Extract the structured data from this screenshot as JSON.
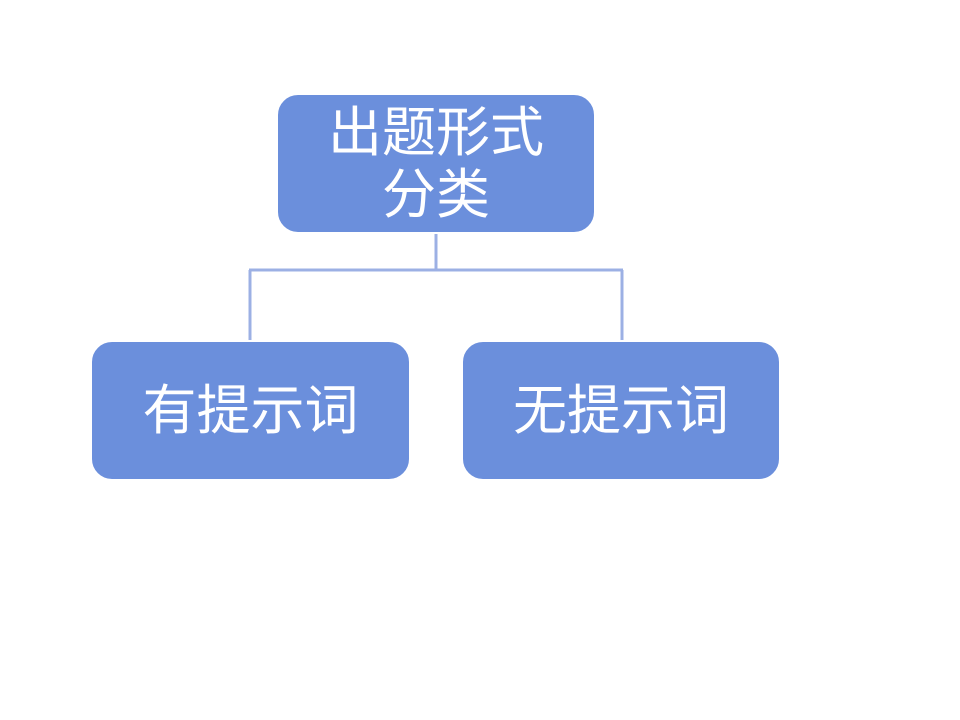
{
  "colors": {
    "node_fill": "#6b8fdc",
    "node_text": "#ffffff",
    "connector": "#9cb0e4",
    "background": "#ffffff"
  },
  "diagram": {
    "type": "hierarchy",
    "root": {
      "label": "出题形式\n分类"
    },
    "children": [
      {
        "label": "有提示词"
      },
      {
        "label": "无提示词"
      }
    ]
  }
}
